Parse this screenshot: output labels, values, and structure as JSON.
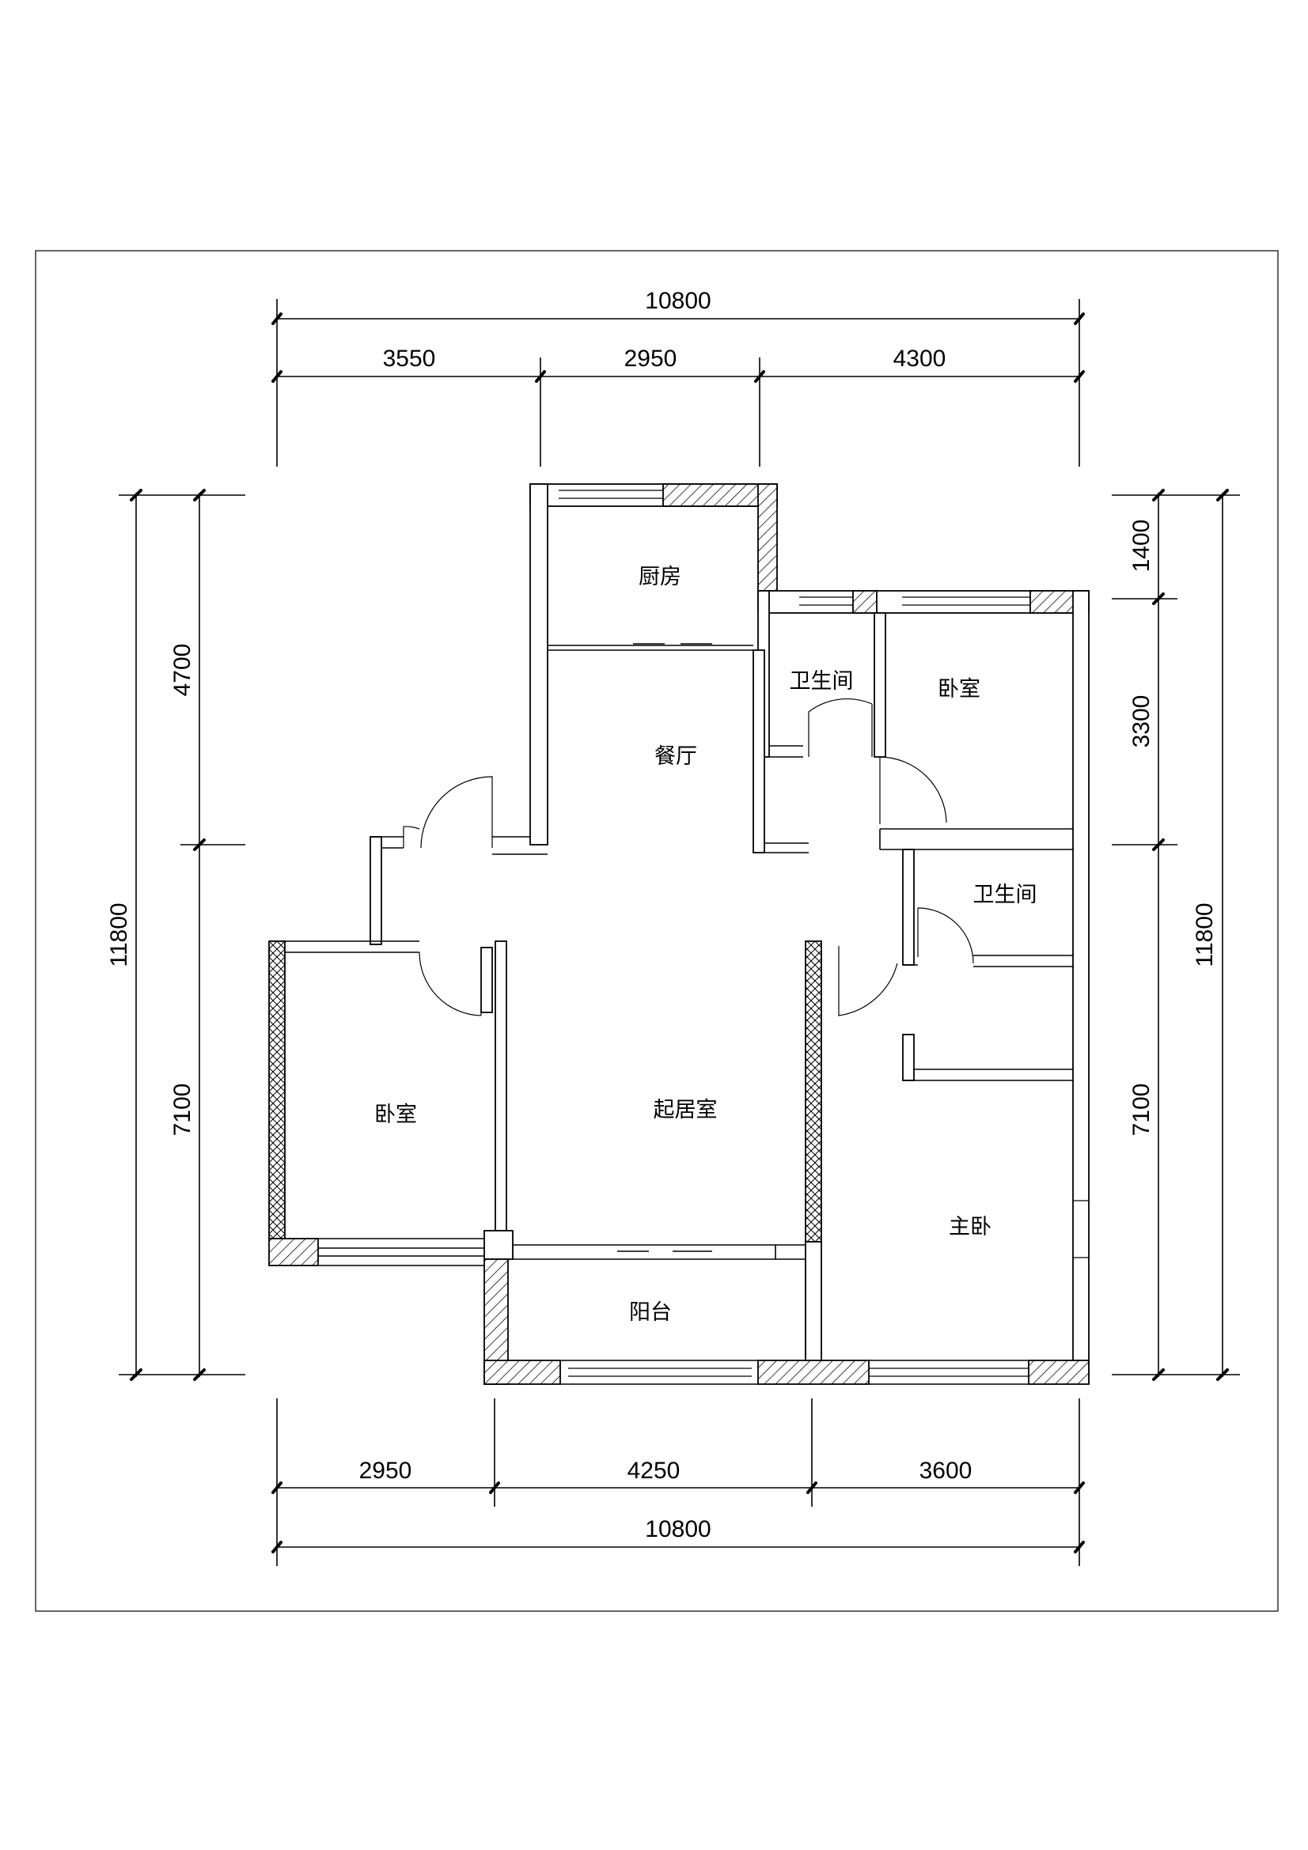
{
  "dimensions": {
    "top_total": "10800",
    "top_segments": [
      "3550",
      "2950",
      "4300"
    ],
    "bottom_segments": [
      "2950",
      "4250",
      "3600"
    ],
    "bottom_total": "10800",
    "left_total": "11800",
    "left_segments": [
      "4700",
      "7100"
    ],
    "right_total": "11800",
    "right_segments": [
      "1400",
      "3300",
      "7100"
    ]
  },
  "rooms": {
    "kitchen": "厨房",
    "dining": "餐厅",
    "bathroom_1": "卫生间",
    "bedroom_ne": "卧室",
    "bathroom_2": "卫生间",
    "bedroom_w": "卧室",
    "living": "起居室",
    "master_bedroom": "主卧",
    "balcony": "阳台"
  }
}
